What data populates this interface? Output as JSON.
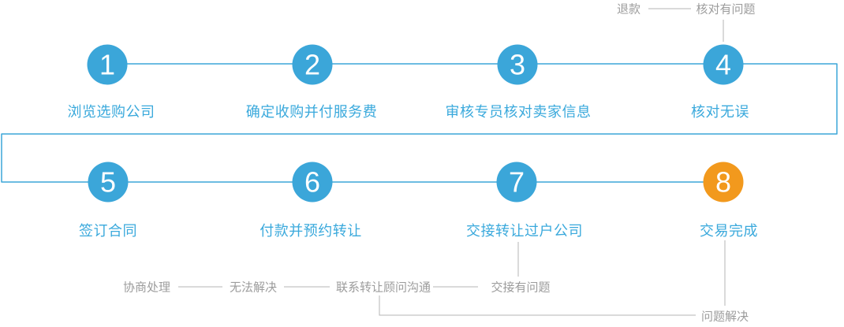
{
  "colors": {
    "step_blue": "#3ba6d9",
    "step_orange": "#f2991d",
    "label_blue": "#3aa9dc",
    "gray_text": "#9c9c9c",
    "gray_line": "#b5b5b5"
  },
  "steps": [
    {
      "num": "1",
      "label": "浏览选购公司"
    },
    {
      "num": "2",
      "label": "确定收购并付服务费"
    },
    {
      "num": "3",
      "label": "审核专员核对卖家信息"
    },
    {
      "num": "4",
      "label": "核对无误"
    },
    {
      "num": "5",
      "label": "签订合同"
    },
    {
      "num": "6",
      "label": "付款并预约转让"
    },
    {
      "num": "7",
      "label": "交接转让过户公司"
    },
    {
      "num": "8",
      "label": "交易完成"
    }
  ],
  "annotations": {
    "refund": "退款",
    "check_problem": "核对有问题",
    "negotiate": "协商处理",
    "unsolved": "无法解决",
    "contact_advisor": "联系转让顾问沟通",
    "handover_problem": "交接有问题",
    "problem_solved": "问题解决"
  }
}
